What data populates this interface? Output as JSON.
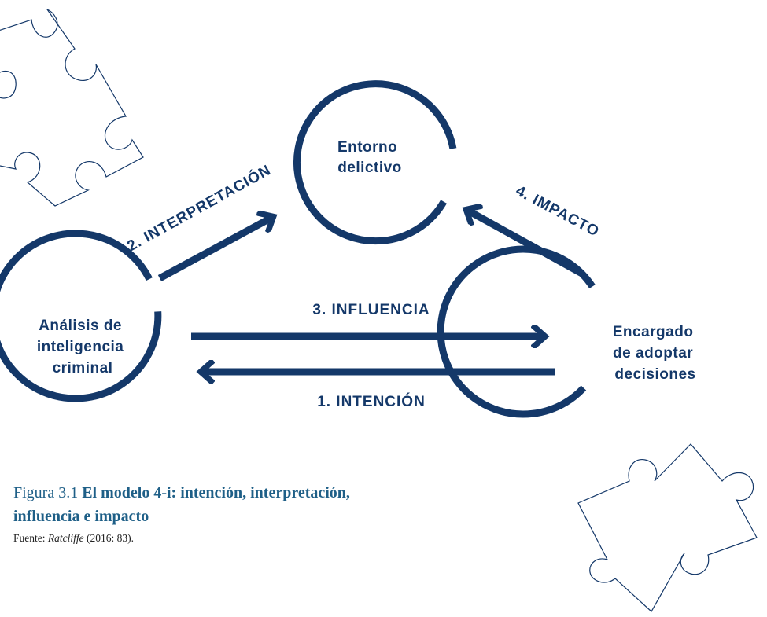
{
  "nodes": {
    "entorno": [
      "Entorno",
      "delictivo"
    ],
    "analisis": [
      "Análisis de",
      "inteligencia",
      "criminal"
    ],
    "encargado": [
      "Encargado",
      "de adoptar",
      "decisiones"
    ]
  },
  "arrows": {
    "interpretacion": "2. INTERPRETACIÓN",
    "impacto": "4. IMPACTO",
    "influencia": "3. INFLUENCIA",
    "intencion": "1. INTENCIÓN"
  },
  "caption": {
    "figure_number": "Figura 3.1",
    "title_line1": "El modelo 4-i: intención, interpretación,",
    "title_line2": "influencia e impacto",
    "source_prefix": "Fuente: ",
    "source_author": "Ratcliffe",
    "source_rest": " (2016: 83)."
  },
  "colors": {
    "primary": "#143869",
    "caption": "#1e5f87"
  }
}
